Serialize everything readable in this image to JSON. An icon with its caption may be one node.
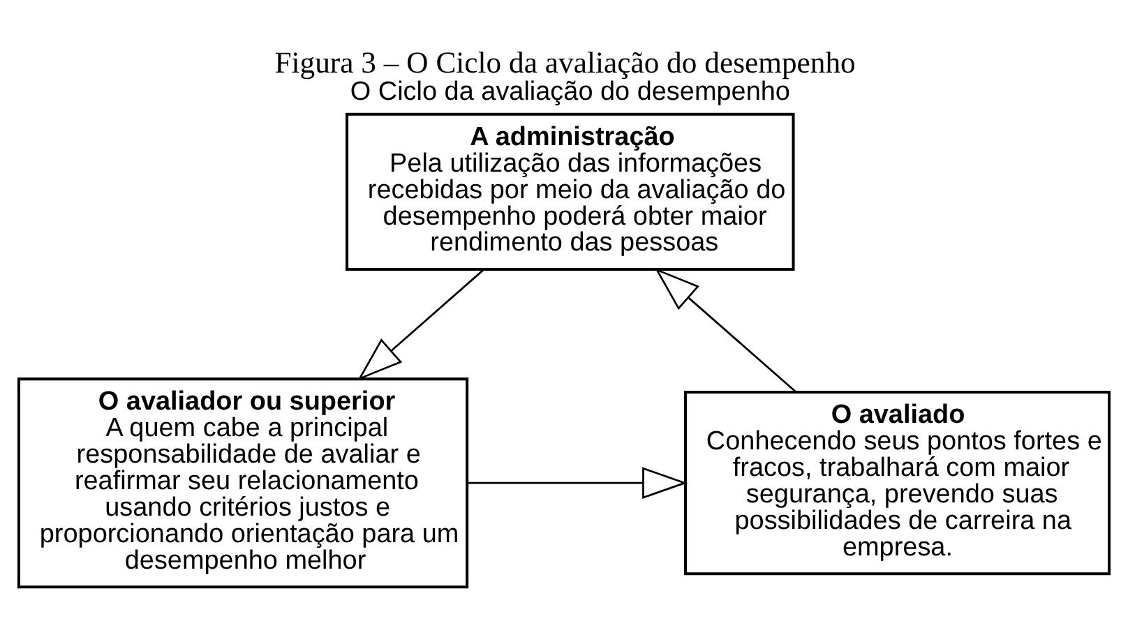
{
  "diagram": {
    "caption": "Figura 3 – O Ciclo da avaliação do desempenho",
    "title": "O Ciclo da avaliação do desempenho",
    "nodes": [
      {
        "text": [
          "A administração",
          "Pela utilização das informações recebidas por meio da avaliação do desempenho poderá obter maior rendimento das pessoas"
        ]
      },
      {
        "text": [
          "O avaliador ou superior",
          "A quem cabe a principal responsabilidade de avaliar e reafirmar seu relacionamento usando critérios justos e proporcionando orientação para um desempenho melhor"
        ]
      },
      {
        "text": [
          "O avaliado",
          "Conhecendo seus pontos fortes e fracos, trabalhará com maior segurança, prevendo suas possibilidades de carreira na empresa."
        ]
      }
    ],
    "edges": [
      {
        "from": 0,
        "to": 1,
        "arrow": "to"
      },
      {
        "from": 1,
        "to": 2,
        "arrow": "to"
      },
      {
        "from": 2,
        "to": 0,
        "arrow": "to"
      }
    ]
  }
}
